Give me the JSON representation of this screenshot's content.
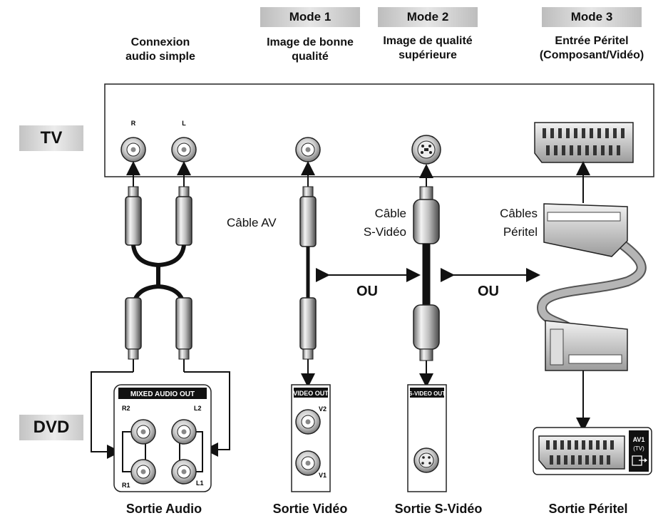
{
  "modes": {
    "mode1": {
      "tag": "Mode 1",
      "line1": "Image de bonne",
      "line2": "qualité"
    },
    "mode2": {
      "tag": "Mode 2",
      "line1": "Image de qualité",
      "line2": "supérieure"
    },
    "mode3": {
      "tag": "Mode 3",
      "line1": "Entrée Péritel",
      "line2": "(Composant/Vidéo)"
    }
  },
  "audio_title": {
    "line1": "Connexion",
    "line2": "audio simple"
  },
  "devices": {
    "tv": "TV",
    "dvd": "DVD"
  },
  "tv_jacks": {
    "right": "R",
    "left": "L"
  },
  "cables": {
    "av": "Câble AV",
    "svideo_line1": "Câble",
    "svideo_line2": "S-Vidéo",
    "scart_line1": "Câbles",
    "scart_line2": "Péritel"
  },
  "separators": {
    "or1": "OU",
    "or2": "OU"
  },
  "dvd_panels": {
    "mixed_audio": "MIXED AUDIO OUT",
    "r2": "R2",
    "l2": "L2",
    "r1": "R1",
    "l1": "L1",
    "video_out": "VIDEO OUT",
    "v2": "V2",
    "v1": "V1",
    "svideo_out": "S-VIDEO OUT",
    "av1": "AV1",
    "av1_sub": "(TV)"
  },
  "outputs": {
    "audio": "Sortie Audio",
    "video": "Sortie Vidéo",
    "svideo": "Sortie S-Vidéo",
    "scart": "Sortie Péritel"
  }
}
